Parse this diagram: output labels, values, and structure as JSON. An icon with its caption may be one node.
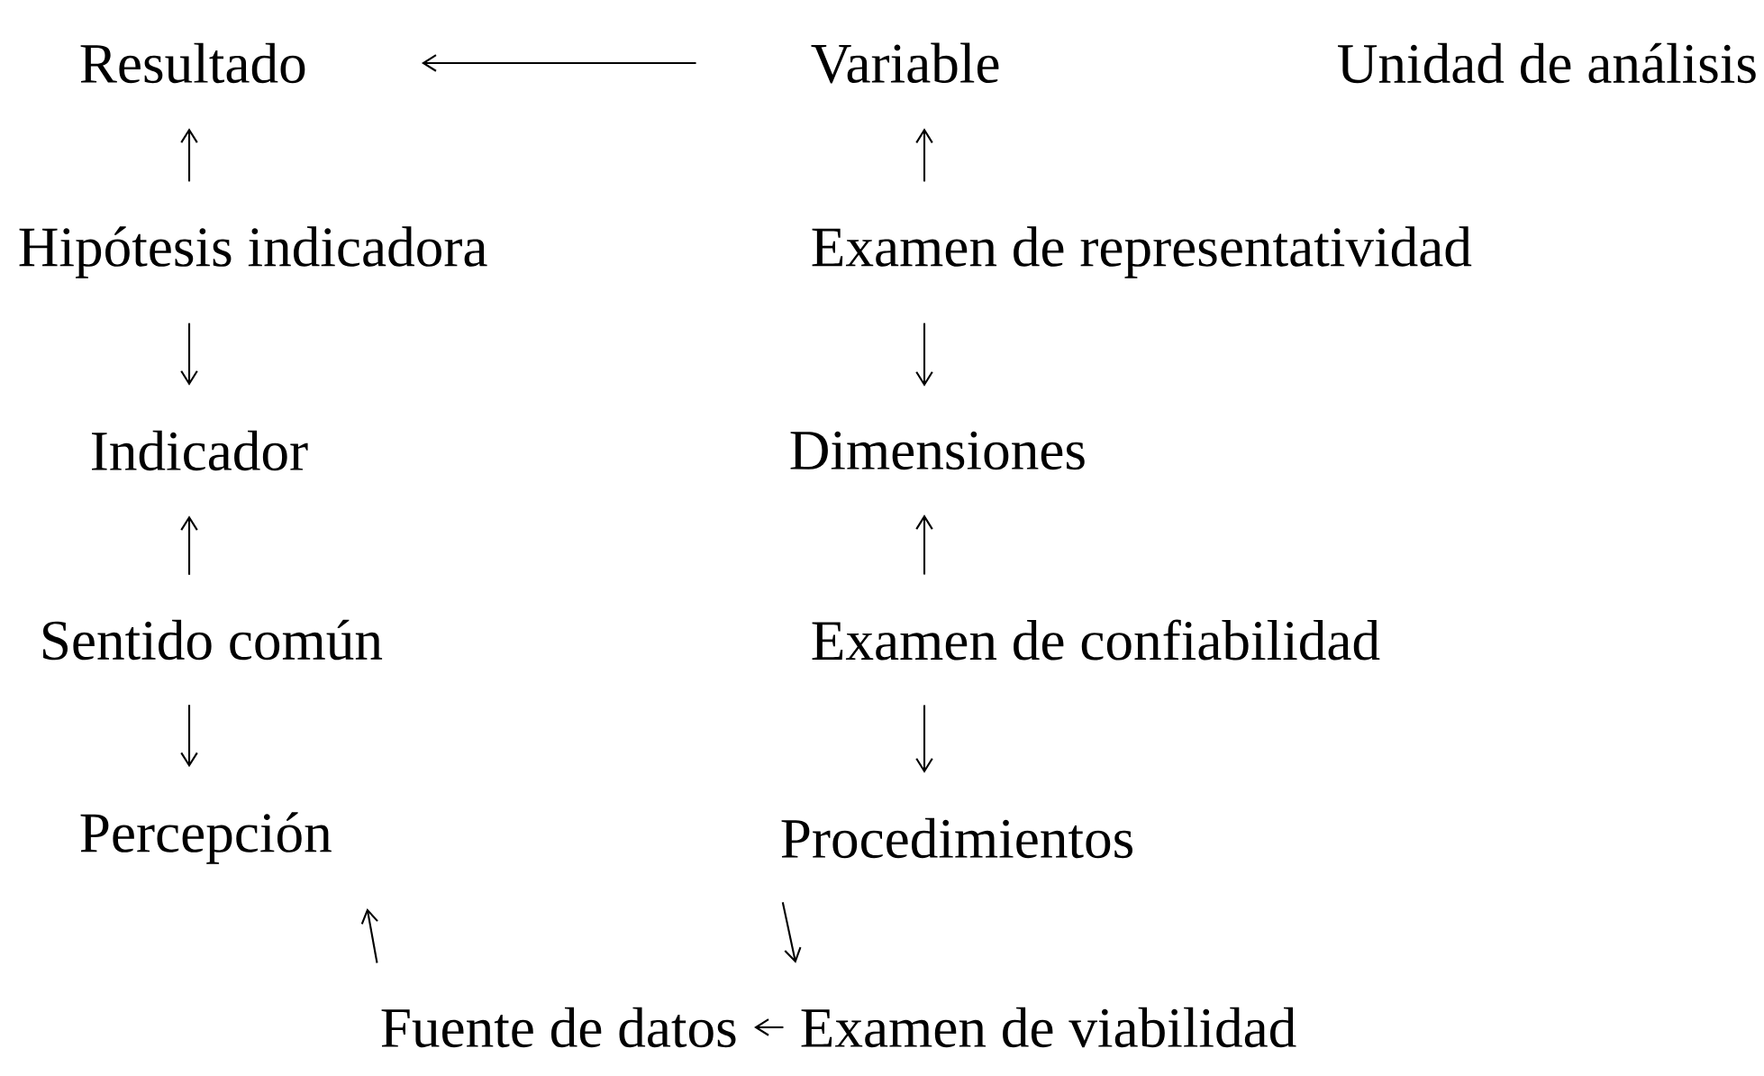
{
  "diagram": {
    "nodes": [
      {
        "text": [
          "Resultado"
        ]
      },
      {
        "text": [
          "Variable"
        ]
      },
      {
        "text": [
          "Unidad de análisis"
        ]
      },
      {
        "text": [
          "Hipótesis indicadora"
        ]
      },
      {
        "text": [
          "Examen de representatividad"
        ]
      },
      {
        "text": [
          "Indicador"
        ]
      },
      {
        "text": [
          "Dimensiones"
        ]
      },
      {
        "text": [
          "Sentido común"
        ]
      },
      {
        "text": [
          "Examen de confiabilidad"
        ]
      },
      {
        "text": [
          "Percepción"
        ]
      },
      {
        "text": [
          "Procedimientos"
        ]
      },
      {
        "text": [
          "Fuente de datos"
        ]
      },
      {
        "text": [
          "Examen de viabilidad"
        ]
      }
    ],
    "edges": [
      {
        "from": 1,
        "to": 0,
        "arrow": "to"
      },
      {
        "from": 3,
        "to": 0,
        "arrow": "to"
      },
      {
        "from": 4,
        "to": 1,
        "arrow": "to"
      },
      {
        "from": 3,
        "to": 5,
        "arrow": "to"
      },
      {
        "from": 4,
        "to": 6,
        "arrow": "to"
      },
      {
        "from": 7,
        "to": 5,
        "arrow": "to"
      },
      {
        "from": 8,
        "to": 6,
        "arrow": "to"
      },
      {
        "from": 7,
        "to": 9,
        "arrow": "to"
      },
      {
        "from": 8,
        "to": 10,
        "arrow": "to"
      },
      {
        "from": 11,
        "to": 9,
        "arrow": "to"
      },
      {
        "from": 10,
        "to": 12,
        "arrow": "to"
      },
      {
        "from": 12,
        "to": 11,
        "arrow": "to"
      }
    ]
  }
}
